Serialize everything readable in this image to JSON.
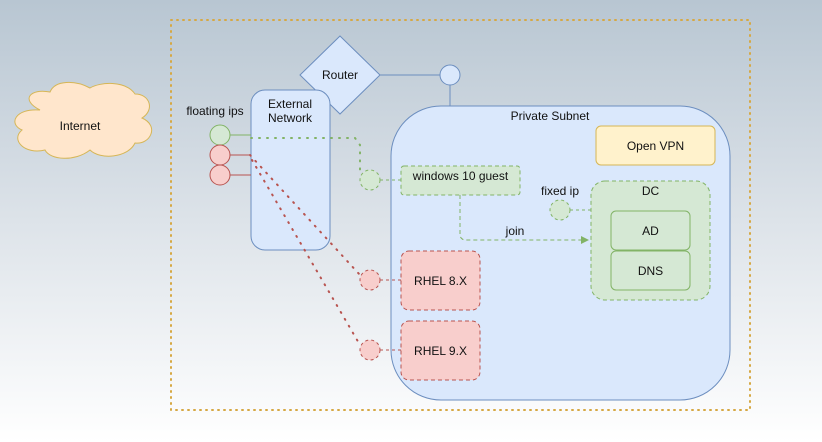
{
  "diagram": {
    "internet": {
      "label": "Internet"
    },
    "router": {
      "label": "Router"
    },
    "floating_ips": {
      "label": "floating ips",
      "count_green": 1,
      "count_red": 2
    },
    "external_network": {
      "label_line1": "External",
      "label_line2": "Network"
    },
    "private_subnet": {
      "label": "Private Subnet"
    },
    "open_vpn": {
      "label": "Open VPN"
    },
    "windows_guest": {
      "label": "windows 10 guest"
    },
    "fixed_ip": {
      "label": "fixed ip"
    },
    "dc": {
      "label": "DC",
      "children": [
        "AD",
        "DNS"
      ]
    },
    "join": {
      "label": "join"
    },
    "rhel8": {
      "label": "RHEL 8.X"
    },
    "rhel9": {
      "label": "RHEL 9.X"
    }
  },
  "colors": {
    "cloud_fill": "#ffe6cc",
    "cloud_stroke": "#d6b656",
    "blue_fill": "#dae8fc",
    "blue_stroke": "#6c8ebf",
    "green_fill": "#d5e8d4",
    "green_stroke": "#82b366",
    "red_fill": "#f8cecc",
    "red_stroke": "#b85450",
    "yellow_fill": "#fff2cc",
    "yellow_stroke": "#d6b656",
    "boundary": "#d6a843"
  }
}
